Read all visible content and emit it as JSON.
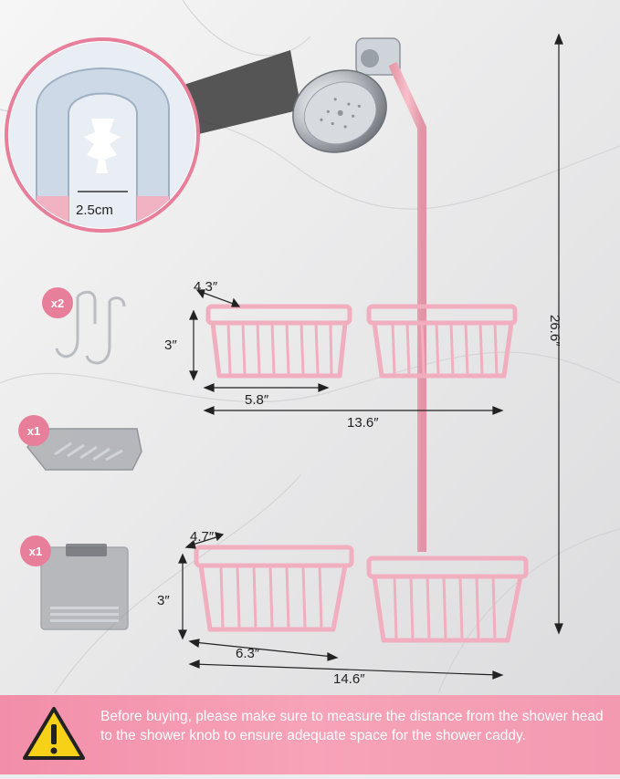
{
  "dimensions": {
    "hook_gap": "2.5cm",
    "top_depth": "4.3″",
    "top_height": "3″",
    "top_basket_width": "5.8″",
    "top_total_width": "13.6″",
    "bottom_depth": "4.7″",
    "bottom_height": "3″",
    "bottom_basket_width": "6.3″",
    "bottom_total_width": "14.6″",
    "overall_height": "26.6″"
  },
  "accessories": [
    {
      "count": "x2",
      "icon": "hook-icon"
    },
    {
      "count": "x1",
      "icon": "soap-dish-icon"
    },
    {
      "count": "x1",
      "icon": "cup-holder-icon"
    }
  ],
  "banner": {
    "text": "Before buying, please make sure to measure the distance from the shower head to the shower knob to ensure adequate space for the shower caddy.",
    "icon": "warning-icon"
  },
  "colors": {
    "accent_pink": "#f4a6b8",
    "banner_pink": "#f28ea9",
    "warning_yellow": "#f7d117"
  }
}
